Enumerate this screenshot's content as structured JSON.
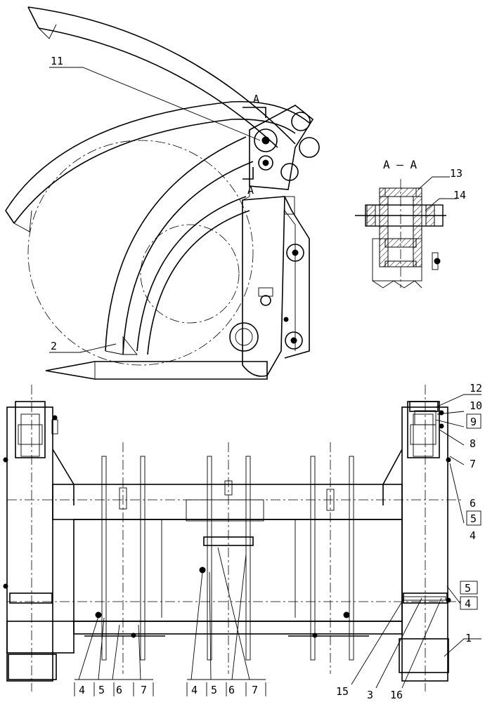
{
  "section": {
    "title": "A — A",
    "cut_mark": "A"
  },
  "labels": {
    "n1": "1",
    "n2": "2",
    "n3": "3",
    "n4": "4",
    "n5": "5",
    "n6": "6",
    "n7": "7",
    "n8": "8",
    "n9": "9",
    "n10": "10",
    "n11": "11",
    "n12": "12",
    "n13": "13",
    "n14": "14",
    "n15": "15",
    "n16": "16"
  }
}
